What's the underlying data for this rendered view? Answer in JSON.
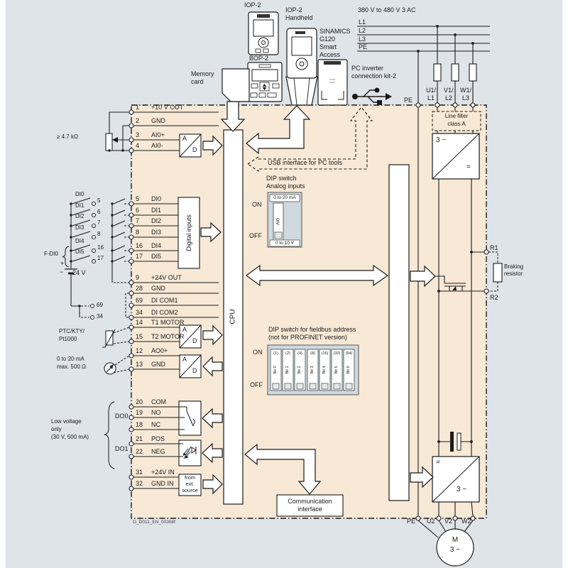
{
  "colors": {
    "panel": "#f7e9d6",
    "background": "#dee4e8",
    "dip_body": "#cfd9df",
    "line": "#1a1a1a"
  },
  "top": {
    "iop2": "IOP-2",
    "handheld_1": "IOP-2",
    "handheld_2": "Handheld",
    "bop2": "BOP-2",
    "smart_1": "SINAMICS",
    "smart_2": "G120",
    "smart_3": "Smart",
    "smart_4": "Access",
    "pc_kit_1": "PC inverter",
    "pc_kit_2": "connection kit-2",
    "memory_1": "Memory",
    "memory_2": "card"
  },
  "supply": {
    "voltage": "380 V to 480 V 3 AC",
    "l1": "L1",
    "l2": "L2",
    "l3": "L3",
    "pe": "PE"
  },
  "power_in": {
    "pe": "PE",
    "u1": "U1/",
    "u1b": "L1",
    "v1": "V1/",
    "v1b": "L2",
    "w1": "W1/",
    "w1b": "L3",
    "filter_1": "Line filter",
    "filter_2": "class A",
    "rect_in": "3 ~",
    "rect_out": "=",
    "inv_in": "=",
    "inv_out": "3 ~"
  },
  "braking": {
    "r1": "R1",
    "r2": "R2",
    "label_1": "Braking",
    "label_2": "resistor"
  },
  "power_out": {
    "pe": "PE",
    "u2": "U2",
    "v2": "V2",
    "w2": "W2",
    "motor_m": "M",
    "motor_ph": "3 ~"
  },
  "analog_in": {
    "pot": "≥ 4.7 kΩ",
    "rows": [
      {
        "n": "1",
        "label": "+10 V OUT"
      },
      {
        "n": "2",
        "label": "GND"
      },
      {
        "n": "3",
        "label": "AI0+"
      },
      {
        "n": "4",
        "label": "AI0-"
      }
    ]
  },
  "converter": {
    "a": "A",
    "d": "D"
  },
  "digital_in": {
    "switches": [
      "DI0",
      "DI1",
      "DI2",
      "DI3",
      "DI4",
      "DI5"
    ],
    "numbers": [
      "5",
      "6",
      "7",
      "8",
      "16",
      "17"
    ],
    "f_di0": "F-DI0",
    "battery_plus": "+",
    "battery_minus": "−",
    "battery": "24 V",
    "ext_69": "69",
    "ext_34": "34",
    "rows": [
      {
        "n": "5",
        "label": "DI0"
      },
      {
        "n": "6",
        "label": "DI1"
      },
      {
        "n": "7",
        "label": "DI2"
      },
      {
        "n": "8",
        "label": "DI3"
      },
      {
        "n": "16",
        "label": "DI4"
      },
      {
        "n": "17",
        "label": "DI5"
      }
    ],
    "block": "Digital inputs",
    "aux": [
      {
        "n": "9",
        "label": "+24V OUT"
      },
      {
        "n": "28",
        "label": "GND"
      },
      {
        "n": "69",
        "label": "DI COM1"
      },
      {
        "n": "34",
        "label": "DI COM2"
      }
    ]
  },
  "temp": {
    "label_1": "PTC/KTY/",
    "label_2": "Pt1000",
    "rows": [
      {
        "n": "14",
        "label": "T1 MOTOR"
      },
      {
        "n": "15",
        "label": "T2 MOTOR"
      }
    ]
  },
  "analog_out": {
    "label_1": "0 to 20 mA",
    "label_2": "max. 500 Ω",
    "rows": [
      {
        "n": "12",
        "label": "AO0+"
      },
      {
        "n": "13",
        "label": "GND"
      }
    ]
  },
  "dip_analog": {
    "title_1": "DIP switch",
    "title_2": "Analog inputs",
    "on": "ON",
    "off": "OFF",
    "top": "0 to 20 mA",
    "bottom": "0 to 10 V",
    "name": "AI0"
  },
  "dip_fieldbus": {
    "title_1": "DIP switch for fieldbus address",
    "title_2": "(not for PROFINET version)",
    "on": "ON",
    "off": "OFF",
    "values": [
      "(1)",
      "(2)",
      "(4)",
      "(8)",
      "(16)",
      "(32)",
      "(64)"
    ],
    "bits": [
      "Bit 0",
      "Bit 1",
      "Bit 2",
      "Bit 3",
      "Bit 4",
      "Bit 5",
      "Bit 6"
    ]
  },
  "usb_note": "USB interface for PC tools",
  "cpu": "CPU",
  "outputs": {
    "low_1": "Low voltage",
    "low_2": "only",
    "low_3": "(30 V, 500 mA)",
    "do0": "DO0",
    "do1": "DO1",
    "do0_rows": [
      {
        "n": "20",
        "label": "COM"
      },
      {
        "n": "19",
        "label": "NO"
      },
      {
        "n": "18",
        "label": "NC"
      }
    ],
    "do1_rows": [
      {
        "n": "21",
        "label": "POS"
      },
      {
        "n": "22",
        "label": "NEG"
      }
    ],
    "ext_rows": [
      {
        "n": "31",
        "label": "+24V IN"
      },
      {
        "n": "32",
        "label": "GND IN"
      }
    ],
    "src_1": "from",
    "src_2": "ext.",
    "src_3": "source"
  },
  "comm_1": "Communication",
  "comm_2": "interface",
  "footer": "G_D011_EN_00368f"
}
